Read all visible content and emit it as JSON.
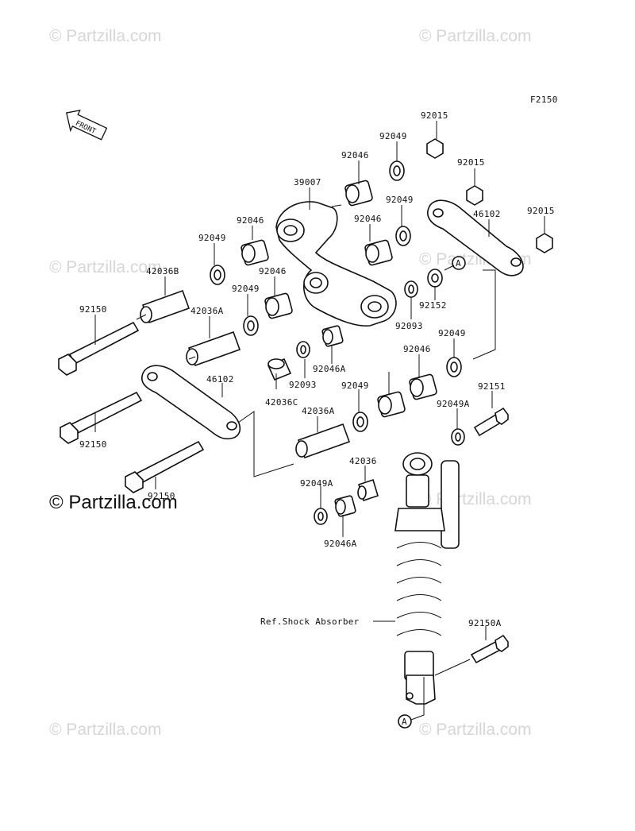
{
  "figure_code": "F2150",
  "front_marker": "FRONT",
  "watermark": "© Partzilla.com",
  "callout_letter": "A",
  "ref_label": "Ref.Shock Absorber",
  "part_labels": [
    "92015",
    "92049",
    "92015",
    "92046",
    "39007",
    "92049",
    "92046",
    "46102",
    "92015",
    "92046",
    "92049",
    "42036B",
    "92049",
    "92046",
    "92150",
    "42036A",
    "92152",
    "92093",
    "92049",
    "92046A",
    "92093",
    "92046",
    "42036C",
    "46102",
    "92049",
    "92151",
    "42036A",
    "92049A",
    "92150",
    "42036",
    "92049A",
    "92150",
    "92046A",
    "92150A"
  ]
}
